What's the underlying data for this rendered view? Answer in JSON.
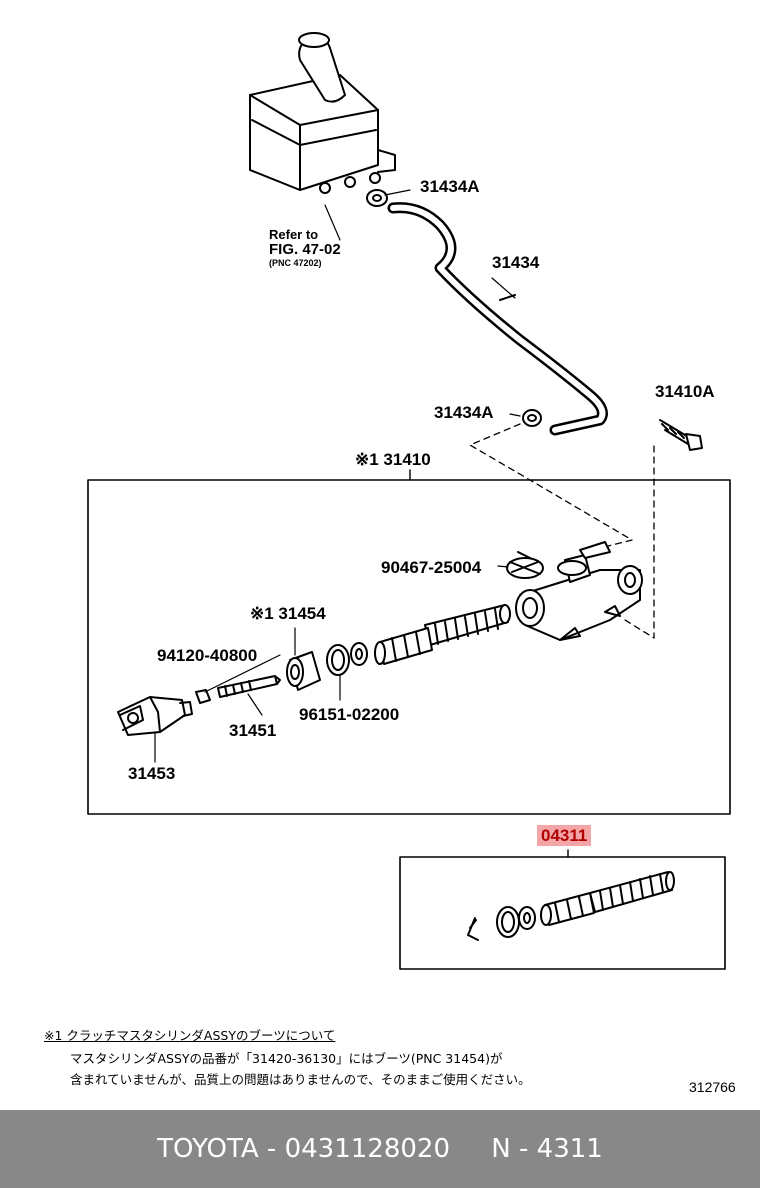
{
  "callouts": {
    "p31434A_top": "31434A",
    "p31434": "31434",
    "p31434A_mid": "31434A",
    "p31410A": "31410A",
    "p31410": "※1 31410",
    "p90467": "90467-25004",
    "p31454": "※1 31454",
    "p94120": "94120-40800",
    "p96151": "96151-02200",
    "p31451": "31451",
    "p31453": "31453",
    "p04311": "04311"
  },
  "refer": {
    "line1": "Refer to",
    "line2": "FIG. 47-02",
    "line3": "(PNC 47202)"
  },
  "note": {
    "heading": "※1 クラッチマスタシリンダASSYのブーツについて",
    "line1": "マスタシリンダASSYの品番が「31420-36130」にはブーツ(PNC 31454)が",
    "line2": "含まれていませんが、品質上の問題はありませんので、そのままご使用ください。"
  },
  "diagram_code": "312766",
  "footer": {
    "text": "TOYOTA - 0431128020     N - 4311"
  }
}
